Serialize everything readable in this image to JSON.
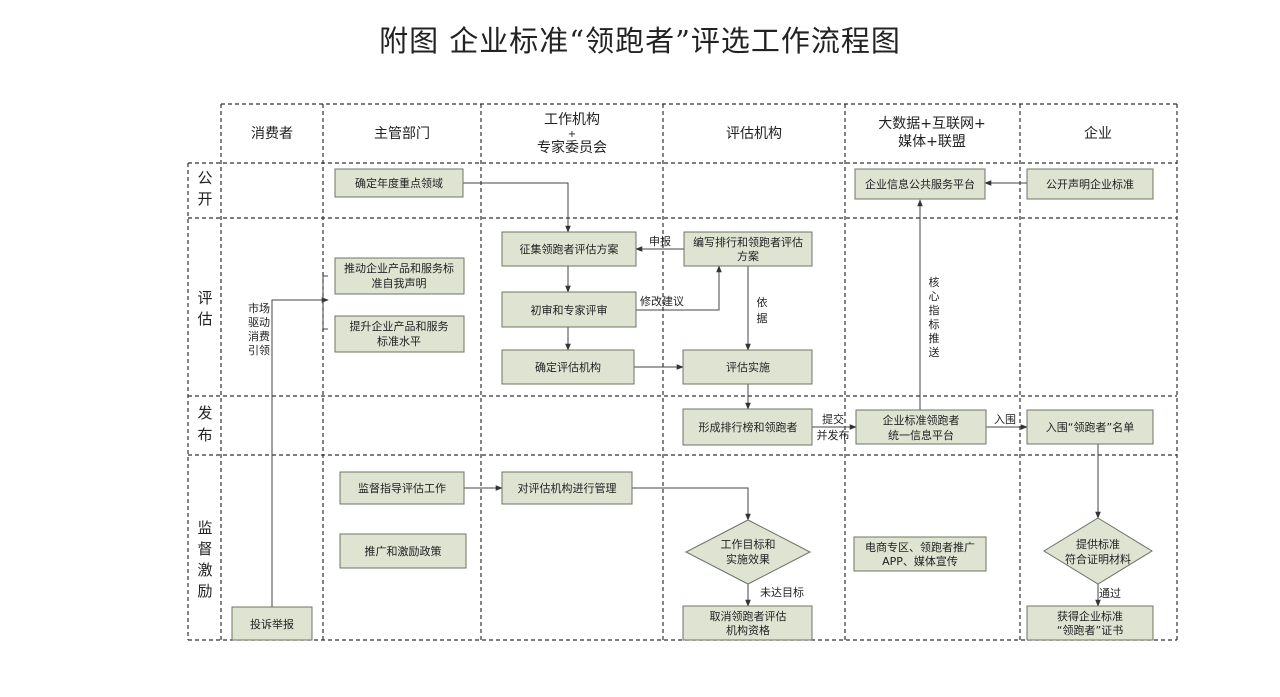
{
  "title": "附图  企业标准“领跑者”评选工作流程图",
  "headers": {
    "consumer": "消费者",
    "authority": "主管部门",
    "org_line1": "工作机构",
    "org_plus": "+",
    "org_line2": "专家委员会",
    "eval": "评估机构",
    "bigdata_line1": "大数据+互联网+",
    "bigdata_line2": "媒体+联盟",
    "enterprise": "企业"
  },
  "rows": {
    "public": [
      "公",
      "开"
    ],
    "evaluate": [
      "评",
      "估"
    ],
    "release": [
      "发",
      "布"
    ],
    "supervise": [
      "监",
      "督",
      "激",
      "励"
    ]
  },
  "boxes": {
    "annual_focus": "确定年度重点领域",
    "info_platform": "企业信息公共服务平台",
    "declare_std": "公开声明企业标准",
    "collect_plan": "征集领跑者评估方案",
    "write_plan_1": "编写排行和领跑者评估",
    "write_plan_2": "方案",
    "promote_declare_1": "推动企业产品和服务标",
    "promote_declare_2": "准自我声明",
    "raise_level_1": "提升企业产品和服务",
    "raise_level_2": "标准水平",
    "review": "初审和专家评审",
    "choose_eval": "确定评估机构",
    "implement": "评估实施",
    "form_list": "形成排行榜和领跑者",
    "unified_1": "企业标准领跑者",
    "unified_2": "统一信息平台",
    "enter_list": "入围“领跑者”名单",
    "supervise_guide": "监督指导评估工作",
    "manage_eval": "对评估机构进行管理",
    "incentive": "推广和激励政策",
    "ecommerce_1": "电商专区、领跑者推广",
    "ecommerce_2": "APP、媒体宣传",
    "complaint": "投诉举报",
    "cancel_1": "取消领跑者评估",
    "cancel_2": "机构资格",
    "certificate_1": "获得企业标准",
    "certificate_2": "“领跑者”证书"
  },
  "diamonds": {
    "work_goal_1": "工作目标和",
    "work_goal_2": "实施效果",
    "provide_1": "提供标准",
    "provide_2": "符合证明材料"
  },
  "labels": {
    "report": "申报",
    "revise": "修改建议",
    "basis": [
      "依",
      "据"
    ],
    "core": [
      "核",
      "心",
      "指",
      "标",
      "推",
      "送"
    ],
    "market": [
      "市场",
      "驱动",
      "消费",
      "引领"
    ],
    "submit_1": "提交",
    "submit_2": "并发布",
    "shortlist": "入围",
    "not_met": "未达目标",
    "passed": "通过"
  }
}
